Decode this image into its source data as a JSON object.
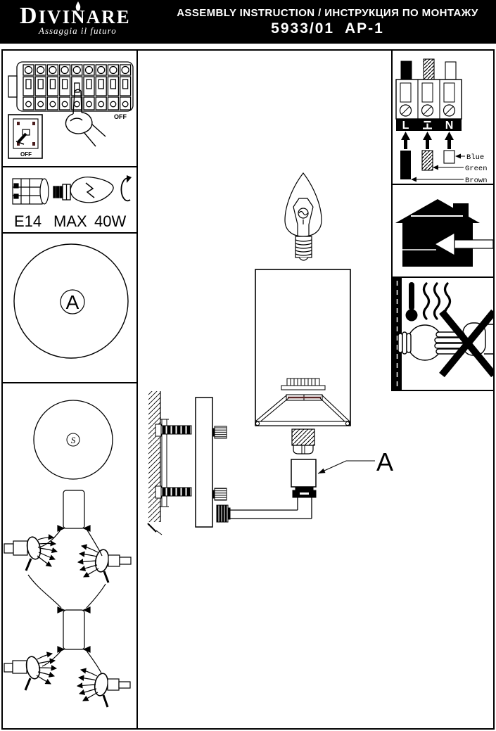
{
  "header": {
    "brand": "DIVINARE",
    "tagline": "Assaggia il futuro",
    "title": "ASSEMBLY INSTRUCTION / ИНСТРУКЦИЯ ПО МОНТАЖУ",
    "model": "5933/01  AP-1"
  },
  "colors": {
    "ink": "#000000",
    "paper": "#ffffff",
    "header_bg": "#000000",
    "header_fg": "#ffffff",
    "accent_maroon": "#5a2424"
  },
  "power_off_panel": {
    "breaker_label": "OFF",
    "switch_label": "OFF"
  },
  "bulb_panel": {
    "socket": "E14",
    "max": "MAX",
    "watt": "40W"
  },
  "marker_a_panel": {
    "label": "A"
  },
  "marker_s_panel": {
    "label": "S"
  },
  "assembly_panel": {
    "part_label": "A"
  },
  "wiring_panel": {
    "terminal_live": "L",
    "terminal_neutral": "N",
    "wire_labels": [
      "Blue",
      "Green",
      "Brown"
    ]
  }
}
